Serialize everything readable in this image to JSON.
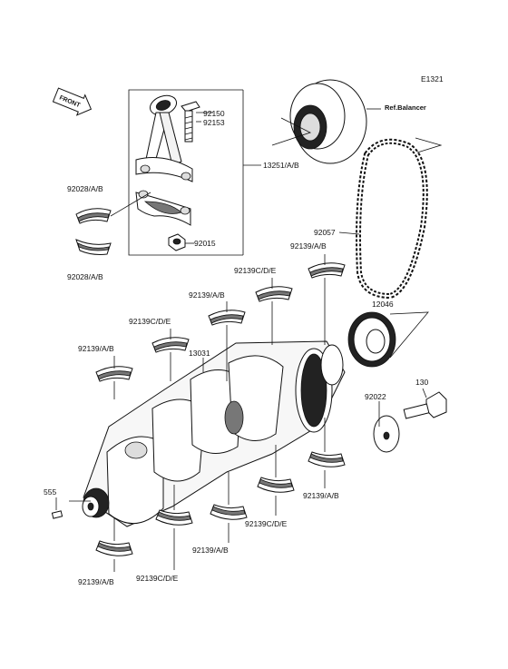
{
  "diagram_id": "E1321",
  "ref_label": "Ref.Balancer",
  "front_label": "FRONT",
  "labels": {
    "p92150": "92150",
    "p92153": "92153",
    "p13251": "13251/A/B",
    "p92028a": "92028/A/B",
    "p92028b": "92028/A/B",
    "p92015": "92015",
    "p92057": "92057",
    "p92139_1": "92139/A/B",
    "p92139c_1": "92139C/D/E",
    "p92139_2": "92139/A/B",
    "p12046": "12046",
    "p92139c_2": "92139C/D/E",
    "p92139_3": "92139/A/B",
    "p13031": "13031",
    "p130": "130",
    "p92022": "92022",
    "p555": "555",
    "p92139_4": "92139/A/B",
    "p92139c_3": "92139C/D/E",
    "p92139_5": "92139/A/B",
    "p92139_6": "92139/A/B",
    "p92139c_4": "92139C/D/E"
  }
}
